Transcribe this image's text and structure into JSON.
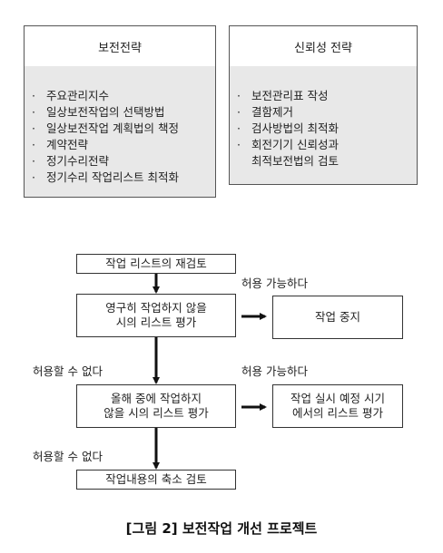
{
  "panels": {
    "maintenance": {
      "title": "보전전략",
      "items": [
        [
          "주요관리지수"
        ],
        [
          "일상보전작업의 선택방법"
        ],
        [
          "일상보전작업 계획법의 책정"
        ],
        [
          "계약전략"
        ],
        [
          "정기수리전략"
        ],
        [
          "정기수리 작업리스트 최적화"
        ]
      ]
    },
    "reliability": {
      "title": "신뢰성 전략",
      "items": [
        [
          "보전관리표 작성"
        ],
        [
          "결함제거"
        ],
        [
          "검사방법의 최적화"
        ],
        [
          "회전기기 신뢰성과",
          "최적보전법의 검토"
        ]
      ]
    }
  },
  "flow": {
    "review": "작업 리스트의 재검토",
    "permanent": [
      "영구히 작업하지 않을",
      "시의 리스트 평가"
    ],
    "stop": "작업 중지",
    "this_year": [
      "올해 중에 작업하지",
      "않을 시의 리스트 평가"
    ],
    "scheduled": [
      "작업 실시 예정 시기",
      "에서의 리스트 평가"
    ],
    "reduce": "작업내용의 축소 검토",
    "allowed_1": "허용 가능하다",
    "allowed_2": "허용 가능하다",
    "not_allowed_1": "허용할 수 없다",
    "not_allowed_2": "허용할 수 없다"
  },
  "caption": "[그림 2] 보전작업 개선 프로젝트",
  "bullet_char": "·"
}
